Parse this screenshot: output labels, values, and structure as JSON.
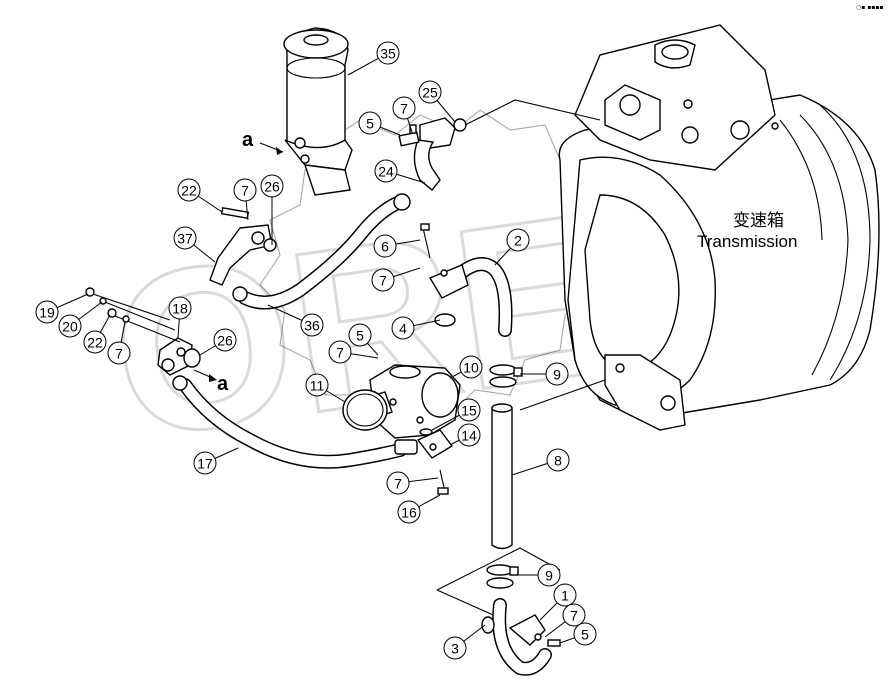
{
  "labels": {
    "transmission_cn": "变速箱",
    "transmission_en": "Transmission",
    "view_marker_top": "a",
    "view_marker_bottom": "a",
    "watermark": "OREX",
    "corner_mark": "○▪ ▪▪▪▪"
  },
  "callouts": [
    "35",
    "7",
    "5",
    "25",
    "24",
    "22",
    "7",
    "26",
    "37",
    "36",
    "6",
    "7",
    "2",
    "19",
    "20",
    "22",
    "7",
    "18",
    "26",
    "4",
    "5",
    "7",
    "11",
    "10",
    "9",
    "15",
    "14",
    "17",
    "7",
    "16",
    "8",
    "9",
    "1",
    "7",
    "3",
    "5"
  ],
  "colors": {
    "line": "#000000",
    "watermark": "#bdbdbd",
    "background": "#ffffff"
  }
}
